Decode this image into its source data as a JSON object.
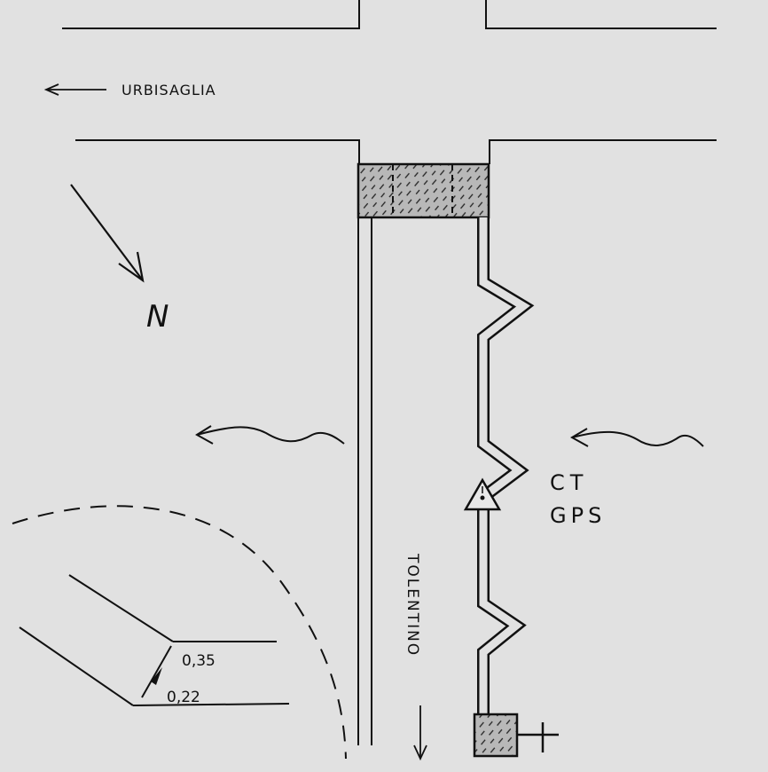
{
  "labels": {
    "urbisaglia": "URBISAGLIA",
    "north": "N",
    "ct": "CT",
    "gps": "GPS",
    "tolentino": "TOLENTINO",
    "dim_a": "0,35",
    "dim_b": "0,22"
  },
  "colors": {
    "background": "#e1e1e1",
    "ink": "#111111",
    "hatch_fill": "#b5b5b5"
  },
  "icons": [
    "north-arrow-icon",
    "flow-arrow-icon",
    "survey-triangle-icon"
  ]
}
